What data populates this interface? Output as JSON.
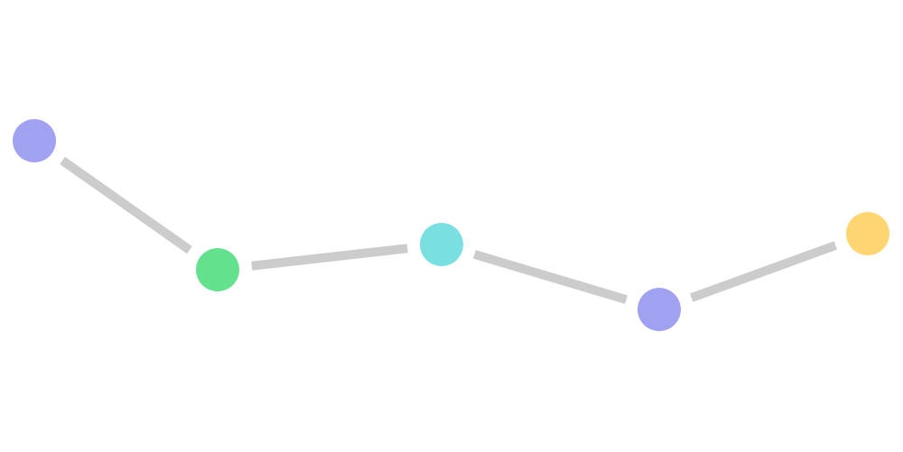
{
  "diagram": {
    "edge_color": "#cccccc",
    "nodes": [
      {
        "id": "node-1",
        "color": "#a1a1f2"
      },
      {
        "id": "node-2",
        "color": "#64e18f"
      },
      {
        "id": "node-3",
        "color": "#7adfe1"
      },
      {
        "id": "node-4",
        "color": "#a1a1f2"
      },
      {
        "id": "node-5",
        "color": "#ffd572"
      }
    ],
    "edges": [
      [
        "node-1",
        "node-2"
      ],
      [
        "node-2",
        "node-3"
      ],
      [
        "node-3",
        "node-4"
      ],
      [
        "node-4",
        "node-5"
      ]
    ]
  }
}
